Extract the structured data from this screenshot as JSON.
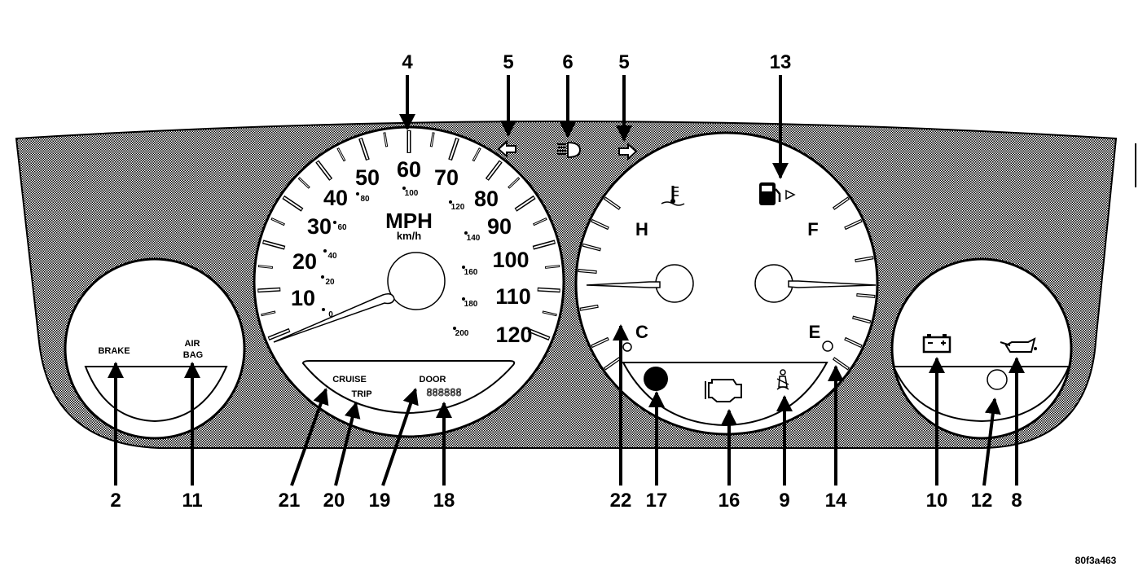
{
  "figure_id": "80f3a463",
  "speedometer": {
    "unit_primary": "MPH",
    "unit_secondary": "km/h",
    "mph_labels": [
      "10",
      "20",
      "30",
      "40",
      "50",
      "60",
      "70",
      "80",
      "90",
      "100",
      "110",
      "120"
    ],
    "kmh_labels": [
      "0",
      "20",
      "40",
      "60",
      "80",
      "100",
      "120",
      "140",
      "160",
      "180",
      "200"
    ],
    "lens": {
      "cruise": "CRUISE",
      "trip": "TRIP",
      "door": "DOOR",
      "odometer": "888888"
    }
  },
  "gauges": {
    "temp_hot": "H",
    "temp_cold": "C",
    "fuel_full": "F",
    "fuel_empty": "E"
  },
  "left_pod": {
    "brake": "BRAKE",
    "airbag_line1": "AIR",
    "airbag_line2": "BAG"
  },
  "callouts": [
    "4",
    "5",
    "6",
    "5",
    "13",
    "2",
    "11",
    "21",
    "20",
    "19",
    "18",
    "22",
    "17",
    "16",
    "9",
    "14",
    "10",
    "12",
    "8"
  ],
  "colors": {
    "background": "#ffffff",
    "ink": "#000000",
    "housing_pattern": "#000000"
  }
}
